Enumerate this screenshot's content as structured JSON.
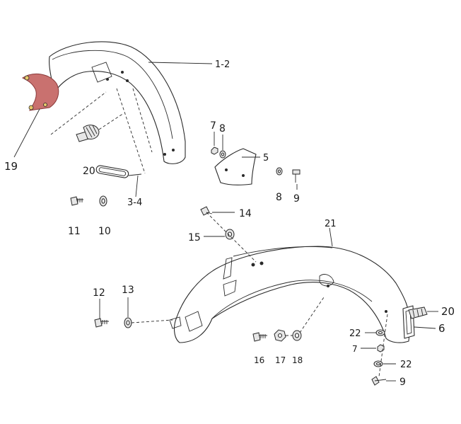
{
  "colors": {
    "line": "#2a2a2a",
    "highlight_fill": "#c9716f",
    "highlight_edge": "#8a3a3a",
    "accent_tabs": "#e8c96a"
  },
  "callouts": {
    "c1_2": "1-2",
    "c19": "19",
    "c20a": "20",
    "c3_4": "3-4",
    "c11": "11",
    "c10": "10",
    "c7a": "7",
    "c8a": "8",
    "c5": "5",
    "c8b": "8",
    "c9a": "9",
    "c14": "14",
    "c15": "15",
    "c21": "21",
    "c12": "12",
    "c13": "13",
    "c20b": "20",
    "c6": "6",
    "c22a": "22",
    "c7b": "7",
    "c22b": "22",
    "c9b": "9",
    "c16": "16",
    "c17": "17",
    "c18": "18"
  }
}
